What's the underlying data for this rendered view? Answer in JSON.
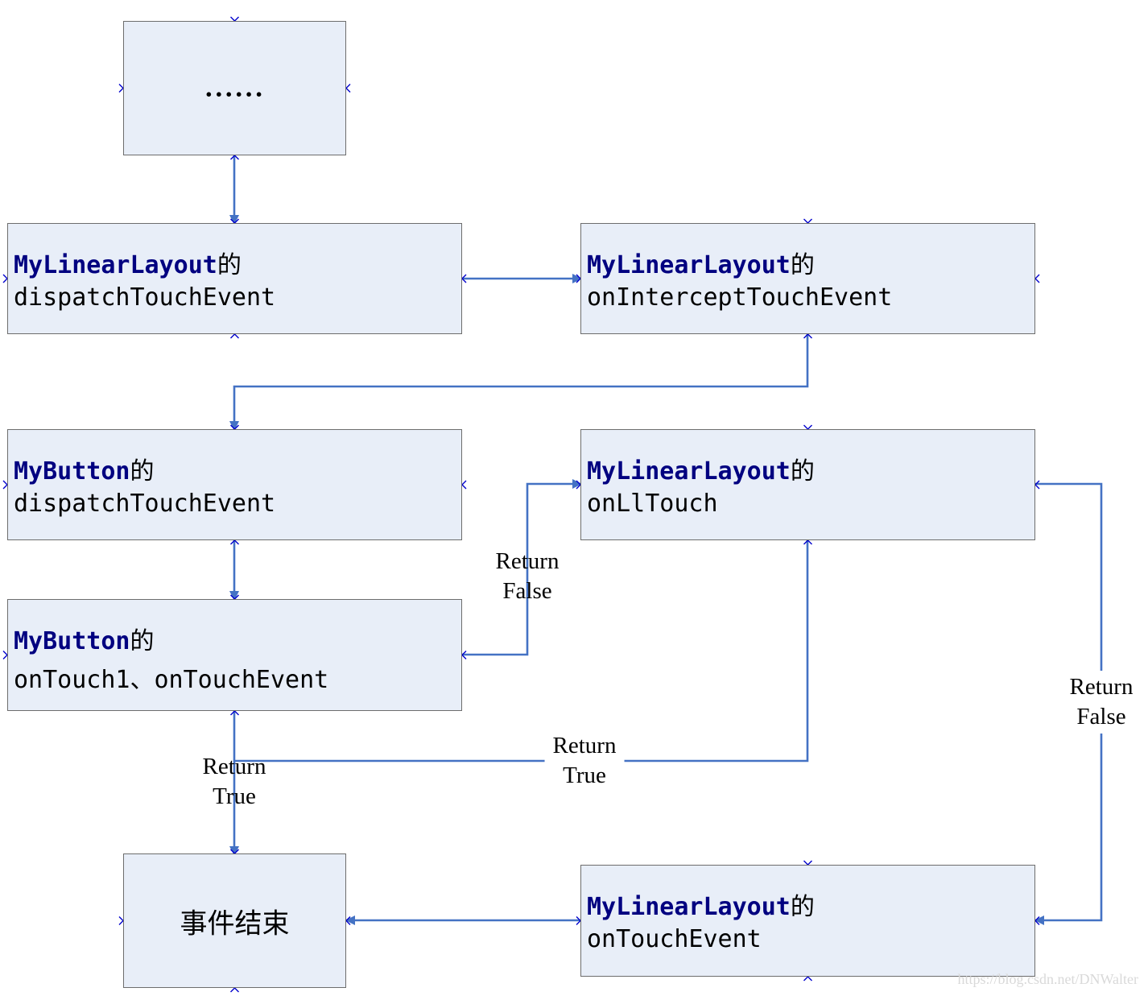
{
  "nodes": {
    "start": {
      "text": "......"
    },
    "ll_dispatch": {
      "class_name": "MyLinearLayout",
      "suffix": "的",
      "method": "dispatchTouchEvent"
    },
    "ll_intercept": {
      "class_name": "MyLinearLayout",
      "suffix": "的",
      "method": "onInterceptTouchEvent"
    },
    "btn_dispatch": {
      "class_name": "MyButton",
      "suffix": "的",
      "method": "dispatchTouchEvent"
    },
    "ll_ontouch": {
      "class_name": "MyLinearLayout",
      "suffix": "的",
      "method": "onLlTouch"
    },
    "btn_ontouch": {
      "class_name": "MyButton",
      "suffix": "的",
      "method": "onTouch1、onTouchEvent"
    },
    "end": {
      "text": "事件结束"
    },
    "ll_touchevent": {
      "class_name": "MyLinearLayout",
      "suffix": "的",
      "method": "onTouchEvent"
    }
  },
  "edge_labels": {
    "btn_to_ll_false": {
      "line1": "Return",
      "line2": "False"
    },
    "btn_to_end_true": {
      "line1": "Return",
      "line2": "True"
    },
    "ll_to_end_true": {
      "line1": "Return",
      "line2": "True"
    },
    "ll_to_touchevent_false": {
      "line1": "Return",
      "line2": "False"
    }
  },
  "colors": {
    "node_fill": "#e8eef8",
    "node_border": "#6d6d6d",
    "connector": "#4472c4",
    "class_text": "#000080",
    "handle": "#0000cc"
  },
  "watermark": "https://blog.csdn.net/DNWalter"
}
